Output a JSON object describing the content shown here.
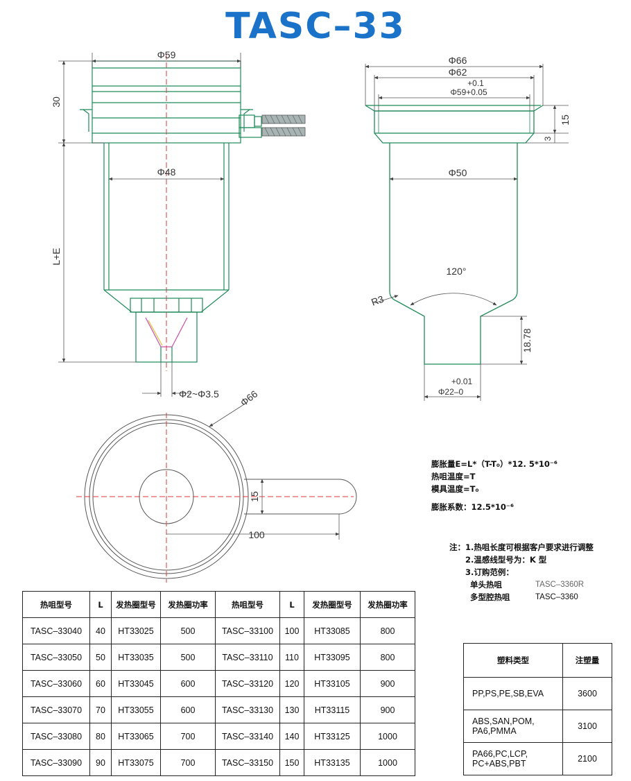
{
  "title": "TASC–33",
  "dims": {
    "front_top_dia": "Φ59",
    "front_height": "30",
    "front_body_dia": "Φ48",
    "front_length": "L+E",
    "front_gate": "Φ2~Φ3.5",
    "sect_d66": "Φ66",
    "sect_d62": "Φ62",
    "sect_tol_plus": "+0.1",
    "sect_d59": "Φ59+0.05",
    "sect_h15": "15",
    "sect_h3": "3",
    "sect_d50": "Φ50",
    "sect_angle": "120°",
    "sect_radius": "R3",
    "sect_h18": "18.78",
    "sect_tol2_plus": "+0.01",
    "sect_d22": "Φ22–0",
    "top_d66": "Φ66",
    "top_w15": "15",
    "top_len100": "100"
  },
  "formula": {
    "line1": "膨胀量E=L*（T-T₀）*12. 5*10⁻⁶",
    "line2": "热咀温度=T",
    "line3": "模具温度=T₀",
    "coef": "膨胀系数：12.5*10⁻⁶"
  },
  "notes": {
    "n1": "注：1.热咀长度可根据客户要求进行调整",
    "n2": "2.温感线型号为：K 型",
    "n3": "3.订购范例：",
    "ex1_label": "单头热咀",
    "ex1_value": "TASC–3360R",
    "ex2_label": "多型腔热咀",
    "ex2_value": "TASC–3360"
  },
  "spec_table": {
    "headers": [
      "热咀型号",
      "L",
      "发热圈型号",
      "发热圈功率",
      "热咀型号",
      "L",
      "发热圈型号",
      "发热圈功率"
    ],
    "rows": [
      [
        "TASC–33040",
        "40",
        "HT33025",
        "500",
        "TASC–33100",
        "100",
        "HT33085",
        "800"
      ],
      [
        "TASC–33050",
        "50",
        "HT33035",
        "500",
        "TASC–33110",
        "110",
        "HT33095",
        "800"
      ],
      [
        "TASC–33060",
        "60",
        "HT33045",
        "600",
        "TASC–33120",
        "120",
        "HT33105",
        "900"
      ],
      [
        "TASC–33070",
        "70",
        "HT33055",
        "600",
        "TASC–33130",
        "130",
        "HT33115",
        "900"
      ],
      [
        "TASC–33080",
        "80",
        "HT33065",
        "700",
        "TASC–33140",
        "140",
        "HT33125",
        "1000"
      ],
      [
        "TASC–33090",
        "90",
        "HT33075",
        "700",
        "TASC–33150",
        "150",
        "HT33135",
        "1000"
      ]
    ]
  },
  "plastic_table": {
    "headers": [
      "塑料类型",
      "注塑量"
    ],
    "rows": [
      [
        "PP,PS,PE,SB,EVA",
        "3600"
      ],
      [
        "ABS,SAN,POM,\nPA6,PMMA",
        "3100"
      ],
      [
        "PA66,PC,LCP,\nPC+ABS,PBT",
        "2100"
      ]
    ]
  },
  "colors": {
    "title": "#1a73c9",
    "outline": "#1f8a5a",
    "centerline": "#e23a3a",
    "dimension": "#555555"
  }
}
